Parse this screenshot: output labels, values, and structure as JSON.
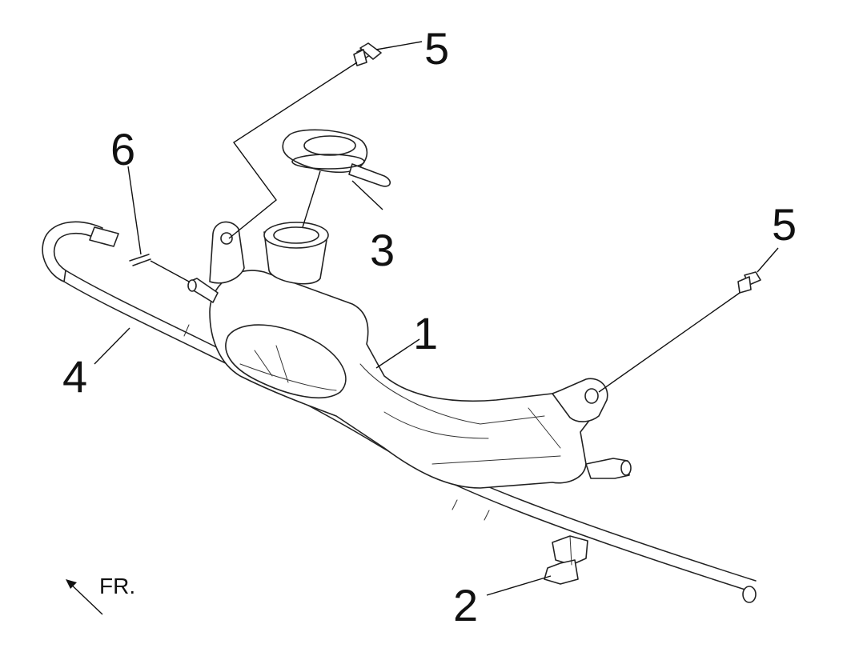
{
  "diagram": {
    "callouts": {
      "c1": "1",
      "c2": "2",
      "c3": "3",
      "c4": "4",
      "c5a": "5",
      "c5b": "5",
      "c6": "6"
    },
    "direction_label": "FR.",
    "parts": [
      {
        "ref": "1",
        "name": "reservoir-tank"
      },
      {
        "ref": "2",
        "name": "hose-clamp"
      },
      {
        "ref": "3",
        "name": "tank-cap"
      },
      {
        "ref": "4",
        "name": "overflow-hose"
      },
      {
        "ref": "5",
        "name": "flange-bolt"
      },
      {
        "ref": "6",
        "name": "hose-clip"
      }
    ],
    "colors": {
      "ink": "#222222",
      "background": "#ffffff"
    }
  }
}
